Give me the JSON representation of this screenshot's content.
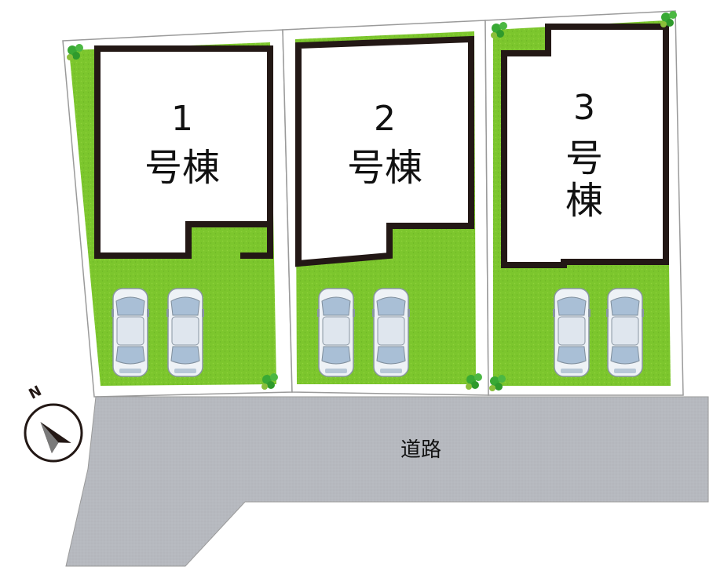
{
  "site_plan": {
    "lots": [
      {
        "number": "1",
        "suffix": "号棟",
        "parking_spaces": 2
      },
      {
        "number": "2",
        "suffix": "号棟",
        "parking_spaces": 2
      },
      {
        "number": "3",
        "suffix": "号",
        "suffix2": "棟",
        "parking_spaces": 2
      }
    ],
    "road": {
      "label": "道路"
    },
    "compass": {
      "north_label": "N",
      "arrow_direction": "north-west"
    },
    "colors": {
      "lawn": "#7cc62d",
      "lawn_dark": "#6bb424",
      "house_outline": "#231815",
      "house_fill": "#ffffff",
      "road": "#b6b9bf",
      "boundary": "#9a9a9a",
      "tree": "#39a935",
      "car_body": "#e6ecf2",
      "car_glass": "#a9bfd6"
    }
  }
}
